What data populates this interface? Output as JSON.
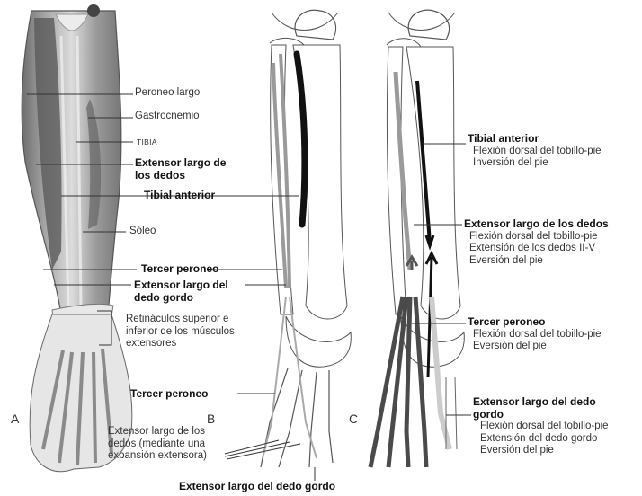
{
  "panels": {
    "a": "A",
    "b": "B",
    "c": "C"
  },
  "panel_a": {
    "peroneo_largo": "Peroneo largo",
    "gastrocnemio": "Gastrocnemio",
    "tibia": "TIBIA",
    "extensor_largo_dedos": [
      "Extensor largo de",
      "los dedos"
    ],
    "tibial_anterior": "Tibial anterior",
    "soleo": "Sóleo",
    "tercer_peroneo": "Tercer peroneo",
    "extensor_largo_dedo_gordo": [
      "Extensor largo del",
      "dedo gordo"
    ],
    "retinaculos": [
      "Retináculos superior e",
      "inferior de los músculos",
      "extensores"
    ]
  },
  "panel_b": {
    "tercer_peroneo": "Tercer peroneo",
    "extensor_dedos_expansion": [
      "Extensor largo de los",
      "dedos (mediante una",
      "expansión extensora)"
    ],
    "extensor_dedo_gordo": "Extensor largo del dedo gordo"
  },
  "panel_c": {
    "tibial_anterior": {
      "title": "Tibial anterior",
      "actions": [
        "Flexión dorsal del tobillo-pie",
        "Inversión del pie"
      ]
    },
    "extensor_largo_dedos": {
      "title": "Extensor largo de los dedos",
      "actions": [
        "Flexión dorsal del tobillo-pie",
        "Extensión de los dedos II-V",
        "Eversión del pie"
      ]
    },
    "tercer_peroneo": {
      "title": "Tercer peroneo",
      "actions": [
        "Flexión dorsal del tobillo-pie",
        "Eversión del pie"
      ]
    },
    "extensor_largo_dedo_gordo": {
      "title": [
        "Extensor largo del dedo",
        "gordo"
      ],
      "actions": [
        "Flexión dorsal del tobillo-pie",
        "Extensión del dedo gordo",
        "Eversión del pie"
      ]
    }
  },
  "colors": {
    "muscle_dark": "#4a4a4a",
    "muscle_mid": "#8a8a8a",
    "tendon": "#cfcfcf",
    "bone_line": "#555555",
    "leader": "#333333"
  }
}
